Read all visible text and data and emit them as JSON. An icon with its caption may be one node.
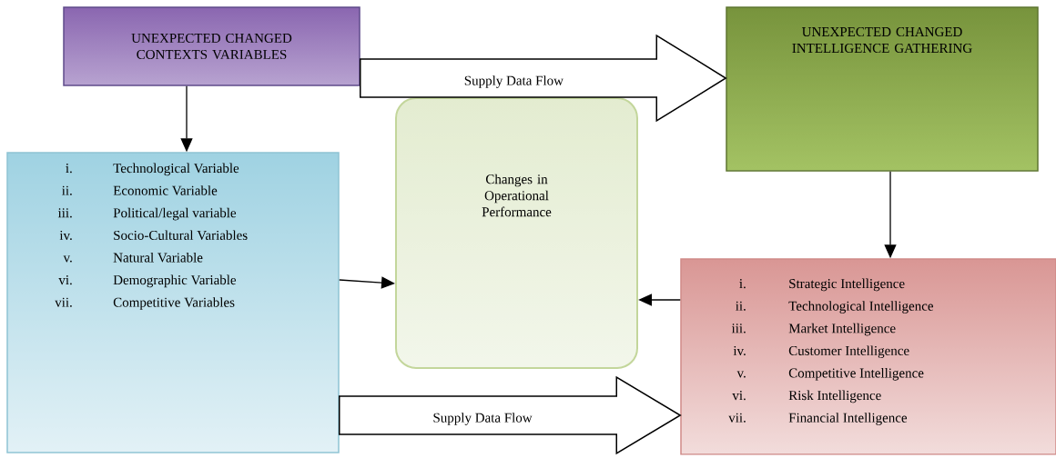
{
  "diagram": {
    "nodes": [
      {
        "text": [
          "UNEXPECTED CHANGED CONTEXTS VARIABLES"
        ]
      },
      {
        "text": [
          "UNEXPECTED CHANGED INTELLIGENCE GATHERING"
        ]
      },
      {
        "text": [
          "i.",
          "Technological Variable",
          "ii.",
          "Economic Variable",
          "iii.",
          "Political/legal variable",
          "iv.",
          "Socio-Cultural Variables",
          "v.",
          "Natural Variable",
          "vi.",
          "Demographic Variable",
          "vii.",
          "Competitive Variables"
        ]
      },
      {
        "text": [
          "Changes in Operational Performance"
        ]
      },
      {
        "text": [
          "i.",
          "Strategic Intelligence",
          "ii.",
          "Technological Intelligence",
          "iii.",
          "Market Intelligence",
          "iv.",
          "Customer Intelligence",
          "v.",
          "Competitive Intelligence",
          "vi.",
          "Risk Intelligence",
          "vii.",
          "Financial Intelligence"
        ]
      }
    ],
    "edges": [
      {
        "from": 0,
        "to": 1,
        "arrow": "to",
        "label": "Supply Data Flow",
        "style": "thick"
      },
      {
        "from": 0,
        "to": 2,
        "arrow": "to"
      },
      {
        "from": 1,
        "to": 4,
        "arrow": "to"
      },
      {
        "from": 2,
        "to": 3,
        "arrow": "to"
      },
      {
        "from": 4,
        "to": 3,
        "arrow": "to"
      },
      {
        "from": 2,
        "to": 4,
        "arrow": "to",
        "label": "Supply Data Flow",
        "style": "thick"
      }
    ]
  }
}
